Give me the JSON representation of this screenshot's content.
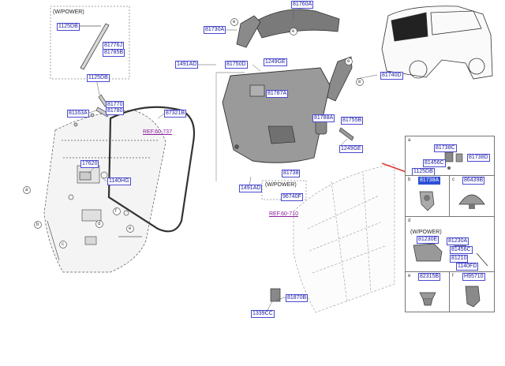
{
  "notes": {
    "w_power_top": "(W/POWER)",
    "w_power_center": "(W/POWER)",
    "w_power_panel": "(W/POWER)"
  },
  "labels": {
    "p1125DB_top": "1125DB",
    "p81776J": "81776J",
    "p81785B": "81785B",
    "p1125DB_left": "1125DB",
    "p81163A": "81163A",
    "p81770": "81770",
    "p81780": "81780",
    "p87321B": "87321B",
    "ref60737": "REF.60-737",
    "p17620": "17620",
    "p1140HG": "1140HG",
    "p81760A": "81760A",
    "p81730A": "81730A",
    "p1491AD_top": "1491AD",
    "p81750D": "81750D",
    "p1249GE_top": "1249GE",
    "p81787A": "81787A",
    "p81788A": "81788A",
    "p81755B": "81755B",
    "p1249GE_right": "1249GE",
    "p81738_mid": "81738",
    "p1491AD_bottom": "1491AD",
    "p96740F": "96740F",
    "ref60710": "REF.60-710",
    "p81870B": "81870B",
    "p1339CC": "1339CC",
    "p81740D": "81740D",
    "a_81738C": "81738C",
    "a_81738D": "81738D",
    "a_81456C": "81456C",
    "a_1125DB": "1125DB",
    "b_81738A": "81738A",
    "c_86439B": "86439B",
    "d_81230E": "81230E",
    "d_81230A": "81230A",
    "d_81456C": "81456C",
    "d_81210": "81210",
    "d_1140FD": "1140FD",
    "e_82315B": "82315B",
    "f_H95710": "H95710"
  },
  "callouts": [
    "a",
    "b",
    "c",
    "d",
    "e",
    "f"
  ],
  "colors": {
    "label_text": "#1a1aa0",
    "label_border": "#4a4ad0",
    "reference_text": "#8a1c9c",
    "highlight_bg": "#2e4fd8",
    "pointer_arrow": "#e02020"
  },
  "icons": {
    "selection_pointer": "red-arrow-icon"
  }
}
